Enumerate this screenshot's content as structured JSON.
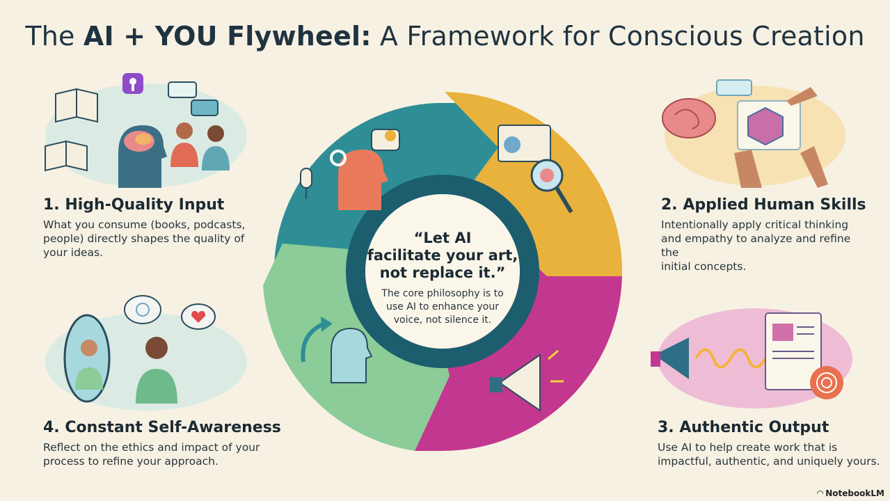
{
  "title": {
    "plain_before": "The ",
    "bold": "AI + YOU Flywheel:",
    "plain_after": " A Framework for Conscious Creation"
  },
  "center": {
    "quote_line1": "“Let AI",
    "quote_line2": "facilitate your art,",
    "quote_line3": "not replace it.”",
    "sub_line1": "The core philosophy is to",
    "sub_line2": "use AI to enhance your",
    "sub_line3": "voice, not silence it."
  },
  "steps": [
    {
      "heading": "1. High-Quality Input",
      "desc_line1": "What you consume (books, podcasts,",
      "desc_line2": "people) directly shapes the quality of",
      "desc_line3": "your ideas."
    },
    {
      "heading": "2. Applied Human Skills",
      "desc_line1": "Intentionally apply critical thinking",
      "desc_line2": "and empathy to analyze and refine the",
      "desc_line3": "initial concepts."
    },
    {
      "heading": "3. Authentic Output",
      "desc_line1": "Use AI to help create work that is",
      "desc_line2": "impactful, authentic, and uniquely yours."
    },
    {
      "heading": "4. Constant Self-Awareness",
      "desc_line1": "Reflect on the ethics and impact of your",
      "desc_line2": "process to refine your approach."
    }
  ],
  "colors": {
    "teal": "#2f8e95",
    "gold": "#e9b23c",
    "magenta": "#c2378f",
    "green": "#8ccc98",
    "ring": "#1c5e6e",
    "background": "#f7f1e3"
  },
  "icons": [
    "book-icon",
    "podcast-icon",
    "brain-icon",
    "chat-bubble-icon",
    "people-icon",
    "head-gear-icon",
    "microphone-icon",
    "magnifier-icon",
    "chart-icon",
    "cycle-arrow-icon",
    "megaphone-icon",
    "fingerprint-icon",
    "mirror-icon",
    "heart-icon",
    "hands-icon"
  ],
  "brand": "NotebookLM"
}
